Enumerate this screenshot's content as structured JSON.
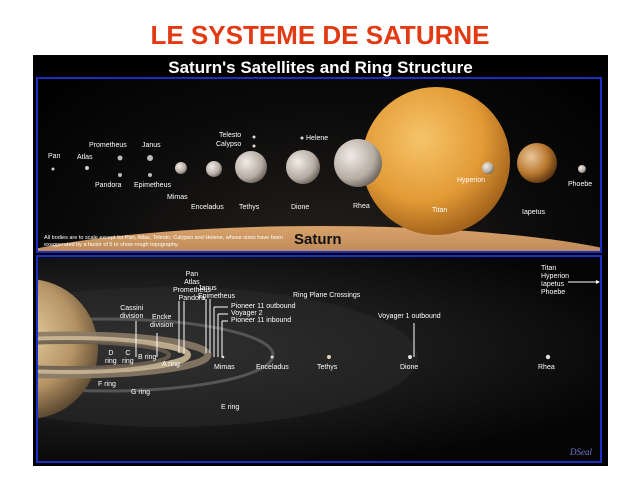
{
  "page": {
    "title": "LE SYSTEME DE SATURNE",
    "title_color": "#e23a12"
  },
  "poster": {
    "title": "Saturn's Satellites and Ring Structure",
    "border_color": "#1a2fc8",
    "top_panel": {
      "saturn_label": "Saturn",
      "note": "All bodies are to scale except for Pan, Atlas, Telesto, Calypso and Helene, whose sizes have been exaggerated by a factor of 5 to show rough topography.",
      "moon_labels": {
        "pan": "Pan",
        "atlas": "Atlas",
        "prometheus": "Prometheus",
        "pandora": "Pandora",
        "janus": "Janus",
        "epimetheus": "Epimetheus",
        "mimas": "Mimas",
        "enceladus": "Enceladus",
        "telesto": "Telesto",
        "calypso": "Calypso",
        "tethys": "Tethys",
        "helene": "Helene",
        "dione": "Dione",
        "rhea": "Rhea",
        "titan": "Titan",
        "hyperion": "Hyperion",
        "iapetus": "Iapetus",
        "phoebe": "Phoebe"
      },
      "colors": {
        "titan": "#e8a23c",
        "iapetus": "#b87832",
        "rhea": "#bdb6b0",
        "dione": "#d8d0c8",
        "tethys": "#d9cbb4"
      }
    },
    "bottom_panel": {
      "ring_labels": {
        "cassini": "Cassini\ndivision",
        "encke": "Encke\ndivision",
        "d_ring": "D\nring",
        "c_ring": "C\nring",
        "b_ring": "B ring",
        "a_ring": "A ring",
        "f_ring": "F ring",
        "g_ring": "G ring",
        "e_ring": "E ring"
      },
      "inner_moons_stack": "Pan\nAtlas\nPrometheus\nPandora",
      "janus_stack": "Janus\nEpimetheus",
      "ring_plane_crossings": "Ring Plane Crossings",
      "spacecraft": {
        "pioneer_outbound": "Pioneer 11 outbound",
        "voyager2": "Voyager 2",
        "pioneer_inbound": "Pioneer 11 inbound",
        "voyager1": "Voyager 1 outbound"
      },
      "moon_labels": {
        "mimas": "Mimas",
        "enceladus": "Enceladus",
        "tethys": "Tethys",
        "dione": "Dione",
        "rhea": "Rhea"
      },
      "outer_moons_stack": "Titan\nHyperion\nIapetus\nPhoebe",
      "signature": "DSeal"
    }
  }
}
